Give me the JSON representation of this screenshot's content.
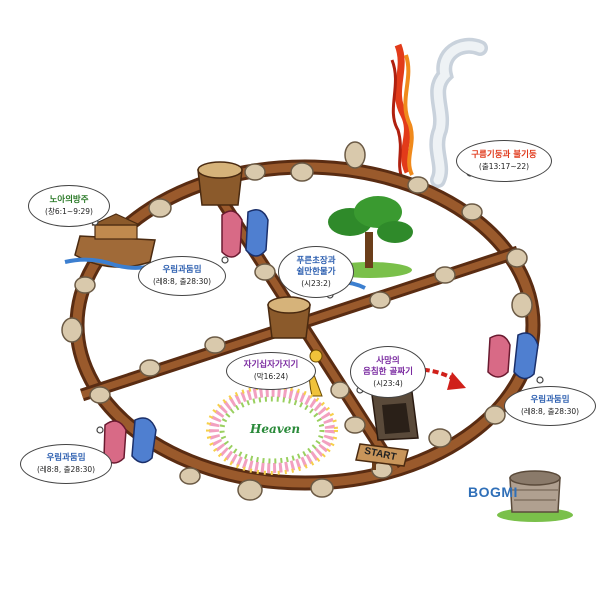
{
  "colors": {
    "wood": "#8b4a22",
    "wood_dark": "#5a2c12",
    "stone": "#d9c9ac",
    "stone_red": "#d86a86",
    "stone_blue": "#4f7fd0",
    "title_red": "#e03a1c",
    "title_purple": "#7a2aa0",
    "title_green": "#2b7a28",
    "title_blue": "#2d5fb0",
    "brand": "#2f6fb8"
  },
  "bubbles": {
    "noah": {
      "title": "노아의방주",
      "ref": "(창6:1~9:29)"
    },
    "pillar": {
      "title": "구름기둥과 불기둥",
      "ref": "(출13:17~22)"
    },
    "urim_top": {
      "title": "우림과둠밈",
      "ref": "(레8:8, 출28:30)"
    },
    "pasture": {
      "title": "푸른초장과\n쉴만한물가",
      "ref": "(시23:2)"
    },
    "cross": {
      "title": "자기십자가지기",
      "ref": "(막16:24)"
    },
    "valley": {
      "title": "사망의\n음침한 골짜기",
      "ref": "(시23:4)"
    },
    "urim_right": {
      "title": "우림과둠밈",
      "ref": "(레8:8, 출28:30)"
    },
    "urim_left": {
      "title": "우림과둠밈",
      "ref": "(레8:8, 출28:30)"
    }
  },
  "labels": {
    "heaven": "Heaven",
    "start": "START",
    "brand": "BOGMI"
  },
  "icons": [
    "ark-icon",
    "fire-pillar-icon",
    "cloud-pillar-icon",
    "tree-icon",
    "stump-icon",
    "urim-stone-icon",
    "thummim-stone-icon",
    "person-icon",
    "well-icon",
    "arrow-icon",
    "start-sign-icon"
  ]
}
